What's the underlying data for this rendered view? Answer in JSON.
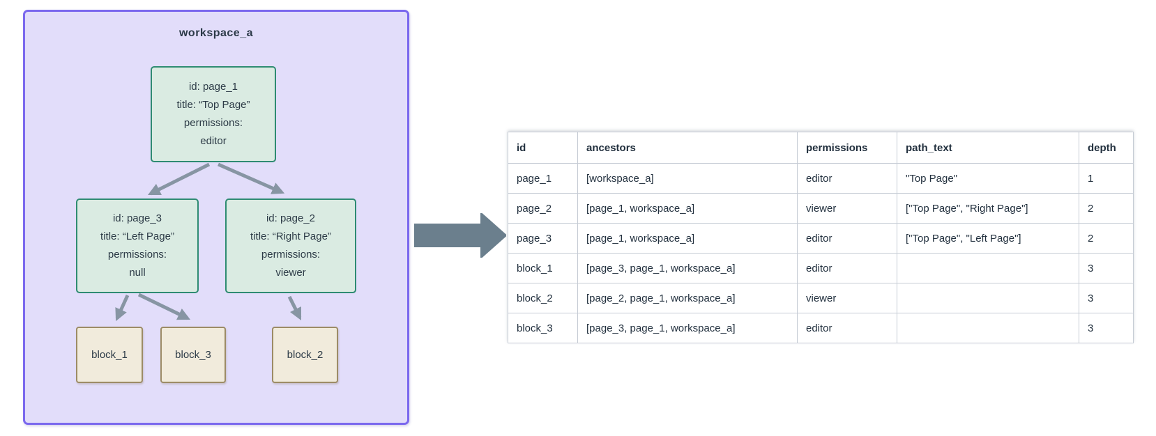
{
  "diagram": {
    "workspace_label": "workspace_a",
    "nodes": {
      "page_1": {
        "id_line": "id: page_1",
        "title_line": "title: “Top Page”",
        "perm_label": "permissions:",
        "perm_value": "editor"
      },
      "page_3": {
        "id_line": "id: page_3",
        "title_line": "title: “Left Page”",
        "perm_label": "permissions:",
        "perm_value": "null"
      },
      "page_2": {
        "id_line": "id: page_2",
        "title_line": "title: “Right Page”",
        "perm_label": "permissions:",
        "perm_value": "viewer"
      },
      "block_1": {
        "label": "block_1"
      },
      "block_3": {
        "label": "block_3"
      },
      "block_2": {
        "label": "block_2"
      }
    },
    "colors": {
      "workspace_fill": "#e2ddfa",
      "workspace_border": "#7b68ee",
      "page_fill": "#daebe2",
      "page_border": "#2e8b72",
      "block_fill": "#f1ebdc",
      "block_border": "#9c8b66",
      "edge_arrow": "#8795a3",
      "transform_arrow": "#6b7f8d",
      "text": "#2d3b47"
    }
  },
  "table": {
    "columns": [
      {
        "key": "id",
        "label": "id"
      },
      {
        "key": "ancestors",
        "label": "ancestors"
      },
      {
        "key": "permissions",
        "label": "permissions"
      },
      {
        "key": "path_text",
        "label": "path_text"
      },
      {
        "key": "depth",
        "label": "depth"
      }
    ],
    "rows": [
      {
        "id": "page_1",
        "ancestors": "[workspace_a]",
        "permissions": "editor",
        "path_text": "\"Top Page\"",
        "depth": "1"
      },
      {
        "id": "page_2",
        "ancestors": "[page_1, workspace_a]",
        "permissions": "viewer",
        "path_text": "[\"Top Page\", \"Right Page\"]",
        "depth": "2"
      },
      {
        "id": "page_3",
        "ancestors": "[page_1, workspace_a]",
        "permissions": "editor",
        "path_text": "[\"Top Page\", \"Left Page\"]",
        "depth": "2"
      },
      {
        "id": "block_1",
        "ancestors": "[page_3, page_1, workspace_a]",
        "permissions": "editor",
        "path_text": "",
        "depth": "3"
      },
      {
        "id": "block_2",
        "ancestors": "[page_2, page_1, workspace_a]",
        "permissions": "viewer",
        "path_text": "",
        "depth": "3"
      },
      {
        "id": "block_3",
        "ancestors": "[page_3, page_1, workspace_a]",
        "permissions": "editor",
        "path_text": "",
        "depth": "3"
      }
    ]
  }
}
